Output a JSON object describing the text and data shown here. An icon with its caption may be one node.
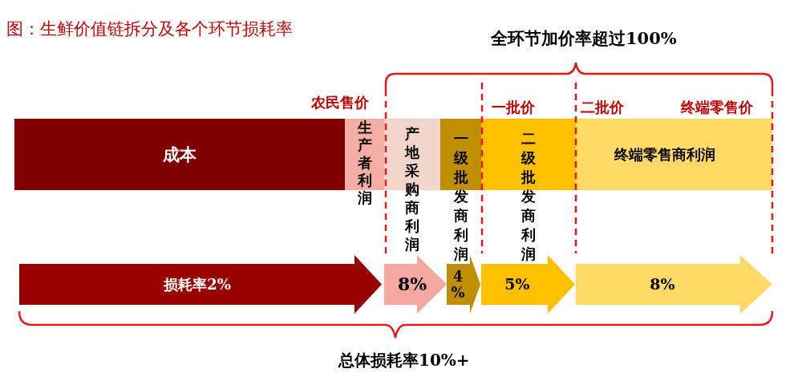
{
  "diagram": {
    "title": "图：生鲜价值链拆分及各个环节损耗率",
    "nodes": [
      {
        "text": [
          "成本"
        ]
      },
      {
        "text": [
          "生产者利润"
        ]
      },
      {
        "text": [
          "产地采购商利润"
        ]
      },
      {
        "text": [
          "一级批发商利润"
        ]
      },
      {
        "text": [
          "二级批发商利润"
        ]
      },
      {
        "text": [
          "终端零售商利润"
        ]
      },
      {
        "text": [
          "损耗率2%"
        ]
      },
      {
        "text": [
          "8%"
        ]
      },
      {
        "text": [
          "4%"
        ]
      },
      {
        "text": [
          "5%"
        ]
      },
      {
        "text": [
          "8%"
        ]
      }
    ],
    "labels": [
      "全环节加价率超过100%",
      "农民售价",
      "一批价",
      "二批价",
      "终端零售价",
      "总体损耗率10%+"
    ]
  }
}
